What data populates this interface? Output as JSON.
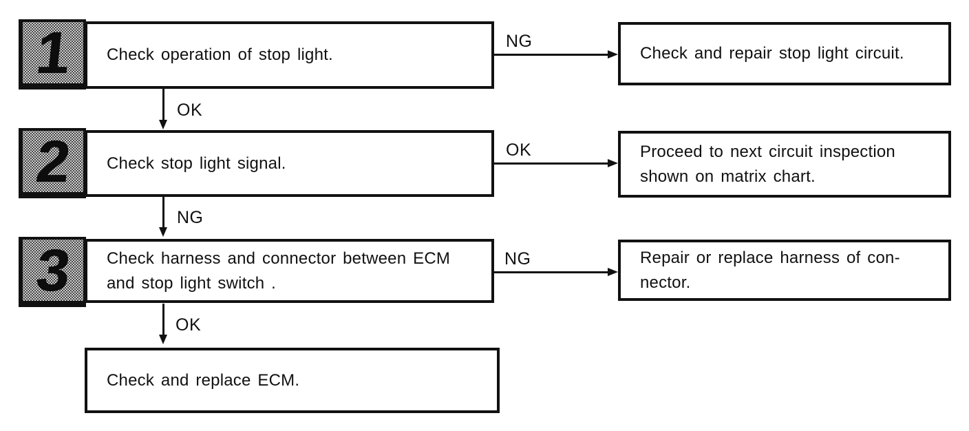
{
  "colors": {
    "ink": "#111111",
    "tab_fill": "#cfcfcf",
    "background": "#ffffff"
  },
  "steps": [
    {
      "number": "1",
      "lines": [
        "Check operation of stop light."
      ],
      "branch": {
        "label": "NG",
        "result_lines": [
          "Check and repair stop light circuit."
        ]
      },
      "next": {
        "label": "OK"
      }
    },
    {
      "number": "2",
      "lines": [
        "Check stop light signal."
      ],
      "branch": {
        "label": "OK",
        "result_lines": [
          "Proceed to next circuit inspection",
          "shown on matrix chart."
        ]
      },
      "next": {
        "label": "NG"
      }
    },
    {
      "number": "3",
      "lines": [
        "Check harness and connector between ECM",
        "and stop light switch ."
      ],
      "branch": {
        "label": "NG",
        "result_lines": [
          "Repair or replace harness of con-",
          "nector."
        ]
      },
      "next": {
        "label": "OK"
      }
    }
  ],
  "final_step": {
    "lines": [
      "Check and replace ECM."
    ]
  }
}
